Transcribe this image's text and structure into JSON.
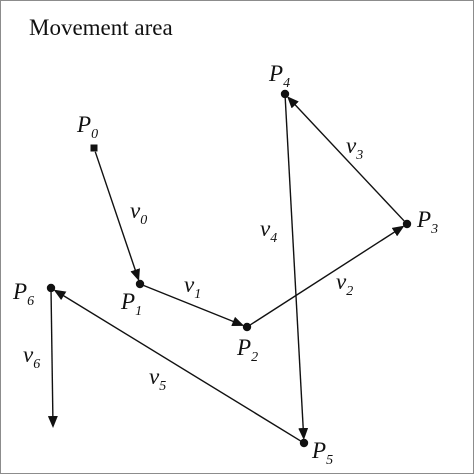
{
  "diagram": {
    "title": "Movement area",
    "points": [
      {
        "id": "p0",
        "name": "P",
        "sub": "0",
        "marker": "square"
      },
      {
        "id": "p1",
        "name": "P",
        "sub": "1",
        "marker": "dot"
      },
      {
        "id": "p2",
        "name": "P",
        "sub": "2",
        "marker": "dot"
      },
      {
        "id": "p3",
        "name": "P",
        "sub": "3",
        "marker": "dot"
      },
      {
        "id": "p4",
        "name": "P",
        "sub": "4",
        "marker": "dot"
      },
      {
        "id": "p5",
        "name": "P",
        "sub": "5",
        "marker": "dot"
      },
      {
        "id": "p6",
        "name": "P",
        "sub": "6",
        "marker": "dot"
      }
    ],
    "vectors": [
      {
        "id": "v0",
        "name": "v",
        "sub": "0",
        "from": "p0",
        "to": "p1"
      },
      {
        "id": "v1",
        "name": "v",
        "sub": "1",
        "from": "p1",
        "to": "p2"
      },
      {
        "id": "v2",
        "name": "v",
        "sub": "2",
        "from": "p2",
        "to": "p3"
      },
      {
        "id": "v3",
        "name": "v",
        "sub": "3",
        "from": "p3",
        "to": "p4"
      },
      {
        "id": "v4",
        "name": "v",
        "sub": "4",
        "from": "p4",
        "to": "p5"
      },
      {
        "id": "v5",
        "name": "v",
        "sub": "5",
        "from": "p5",
        "to": "p6"
      },
      {
        "id": "v6",
        "name": "v",
        "sub": "6",
        "from": "p6",
        "to": "end"
      }
    ],
    "colors": {
      "ink": "#111111",
      "border": "#8c8c8c",
      "background": "#ffffff"
    }
  }
}
